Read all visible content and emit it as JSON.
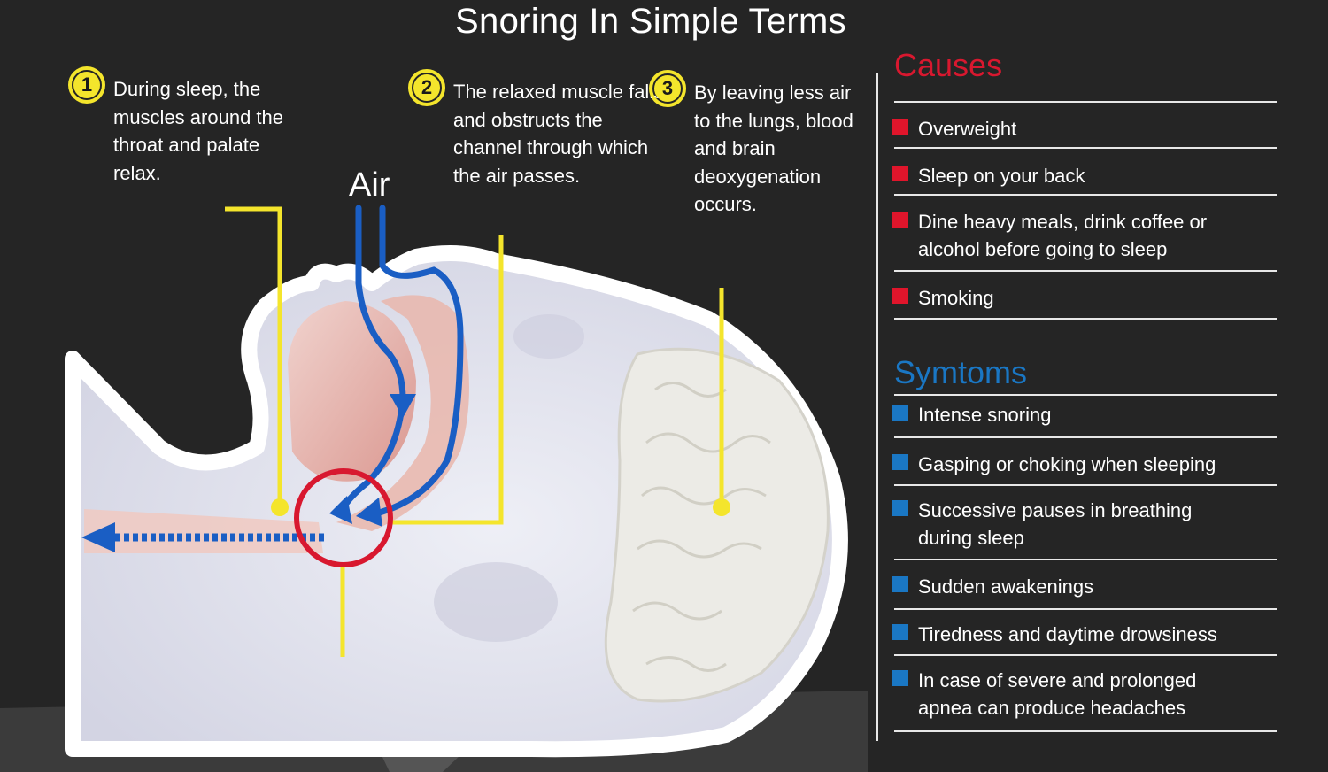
{
  "title": "Snoring In Simple Terms",
  "colors": {
    "background": "#252525",
    "causes": "#d8182f",
    "symptoms": "#1a77c4",
    "pointer": "#f4e52c",
    "airflow": "#1a5ec4",
    "obstruction_ring": "#d8182f"
  },
  "steps": [
    {
      "number": "1",
      "text": "During sleep, the muscles around the throat and palate relax."
    },
    {
      "number": "2",
      "text": "The relaxed muscle falls and obstructs the channel through which the air passes."
    },
    {
      "number": "3",
      "text": "By leaving less air to the lungs, blood and brain deoxygenation occurs."
    }
  ],
  "diagram": {
    "air_label": "Air"
  },
  "causes": {
    "title": "Causes",
    "items": [
      "Overweight",
      "Sleep on your back",
      "Dine heavy meals, drink coffee or alcohol before going to sleep",
      "Smoking"
    ]
  },
  "symptoms": {
    "title": "Symtoms",
    "items": [
      "Intense snoring",
      "Gasping or choking when sleeping",
      "Successive pauses in breathing during sleep",
      "Sudden awakenings",
      "Tiredness and daytime drowsiness",
      "In case of severe and prolonged apnea can produce headaches"
    ]
  }
}
